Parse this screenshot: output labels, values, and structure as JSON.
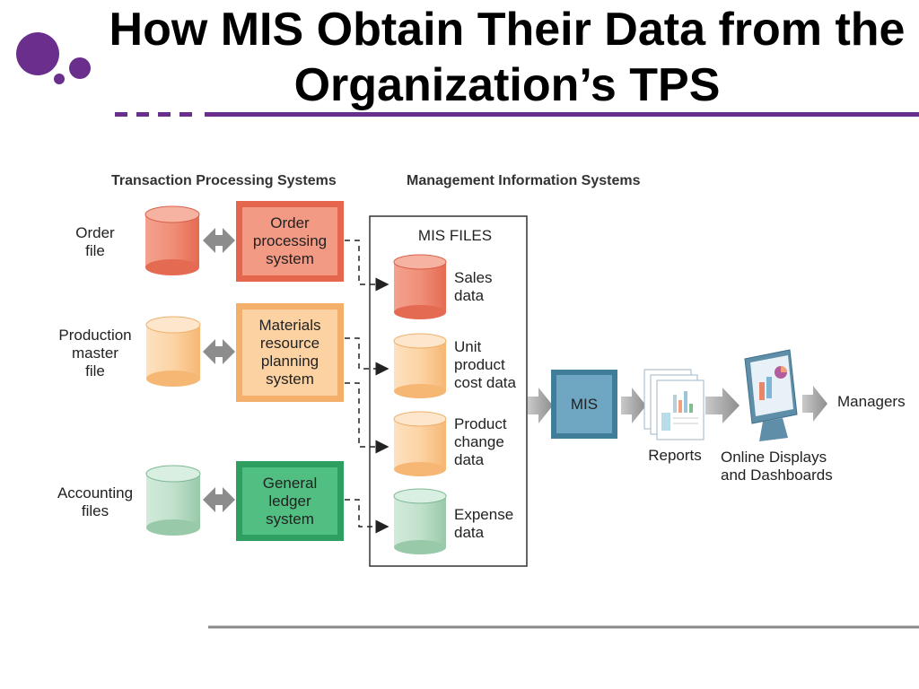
{
  "title": "How MIS Obtain Their Data from the Organization’s TPS",
  "headers": {
    "tps": "Transaction Processing Systems",
    "mis": "Management Information Systems"
  },
  "files": {
    "order": "Order\nfile",
    "production": "Production\nmaster\nfile",
    "accounting": "Accounting\nfiles"
  },
  "systems": {
    "order": "Order\nprocessing\nsystem",
    "materials": "Materials\nresource\nplanning\nsystem",
    "ledger": "General\nledger\nsystem"
  },
  "mis_files": {
    "title": "MIS FILES",
    "sales": "Sales\ndata",
    "unit_cost": "Unit\nproduct\ncost data",
    "product_change": "Product\nchange\ndata",
    "expense": "Expense\ndata"
  },
  "mis": "MIS",
  "reports": "Reports",
  "displays": "Online Displays\nand Dashboards",
  "managers": "Managers",
  "colors": {
    "accent": "#6a2f8c",
    "order": "#ee6e55",
    "materials": "#f8c07d",
    "ledger": "#3fae72",
    "mis_box": "#5a93b0"
  }
}
